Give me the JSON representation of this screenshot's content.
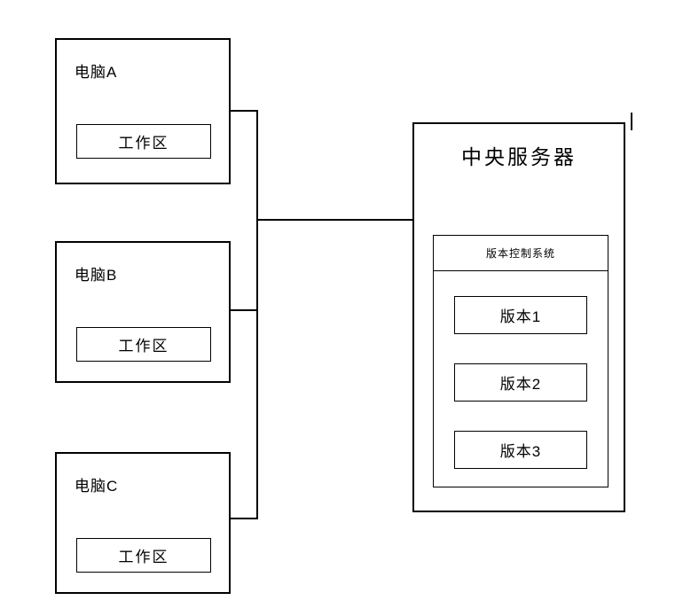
{
  "diagram": {
    "computers": [
      {
        "label": "电脑A",
        "workspace": "工作区"
      },
      {
        "label": "电脑B",
        "workspace": "工作区"
      },
      {
        "label": "电脑C",
        "workspace": "工作区"
      }
    ],
    "server": {
      "title": "中央服务器",
      "vcs_title": "版本控制系统",
      "versions": [
        {
          "label": "版本1"
        },
        {
          "label": "版本2"
        },
        {
          "label": "版本3"
        }
      ]
    }
  }
}
